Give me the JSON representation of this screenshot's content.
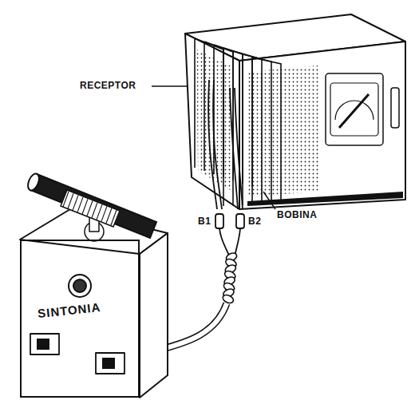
{
  "diagram": {
    "nodes": [
      {
        "text": [
          "SINTONIA"
        ]
      }
    ],
    "labels": [
      "RECEPTOR",
      "BOBINA",
      "B1",
      "B2"
    ]
  }
}
